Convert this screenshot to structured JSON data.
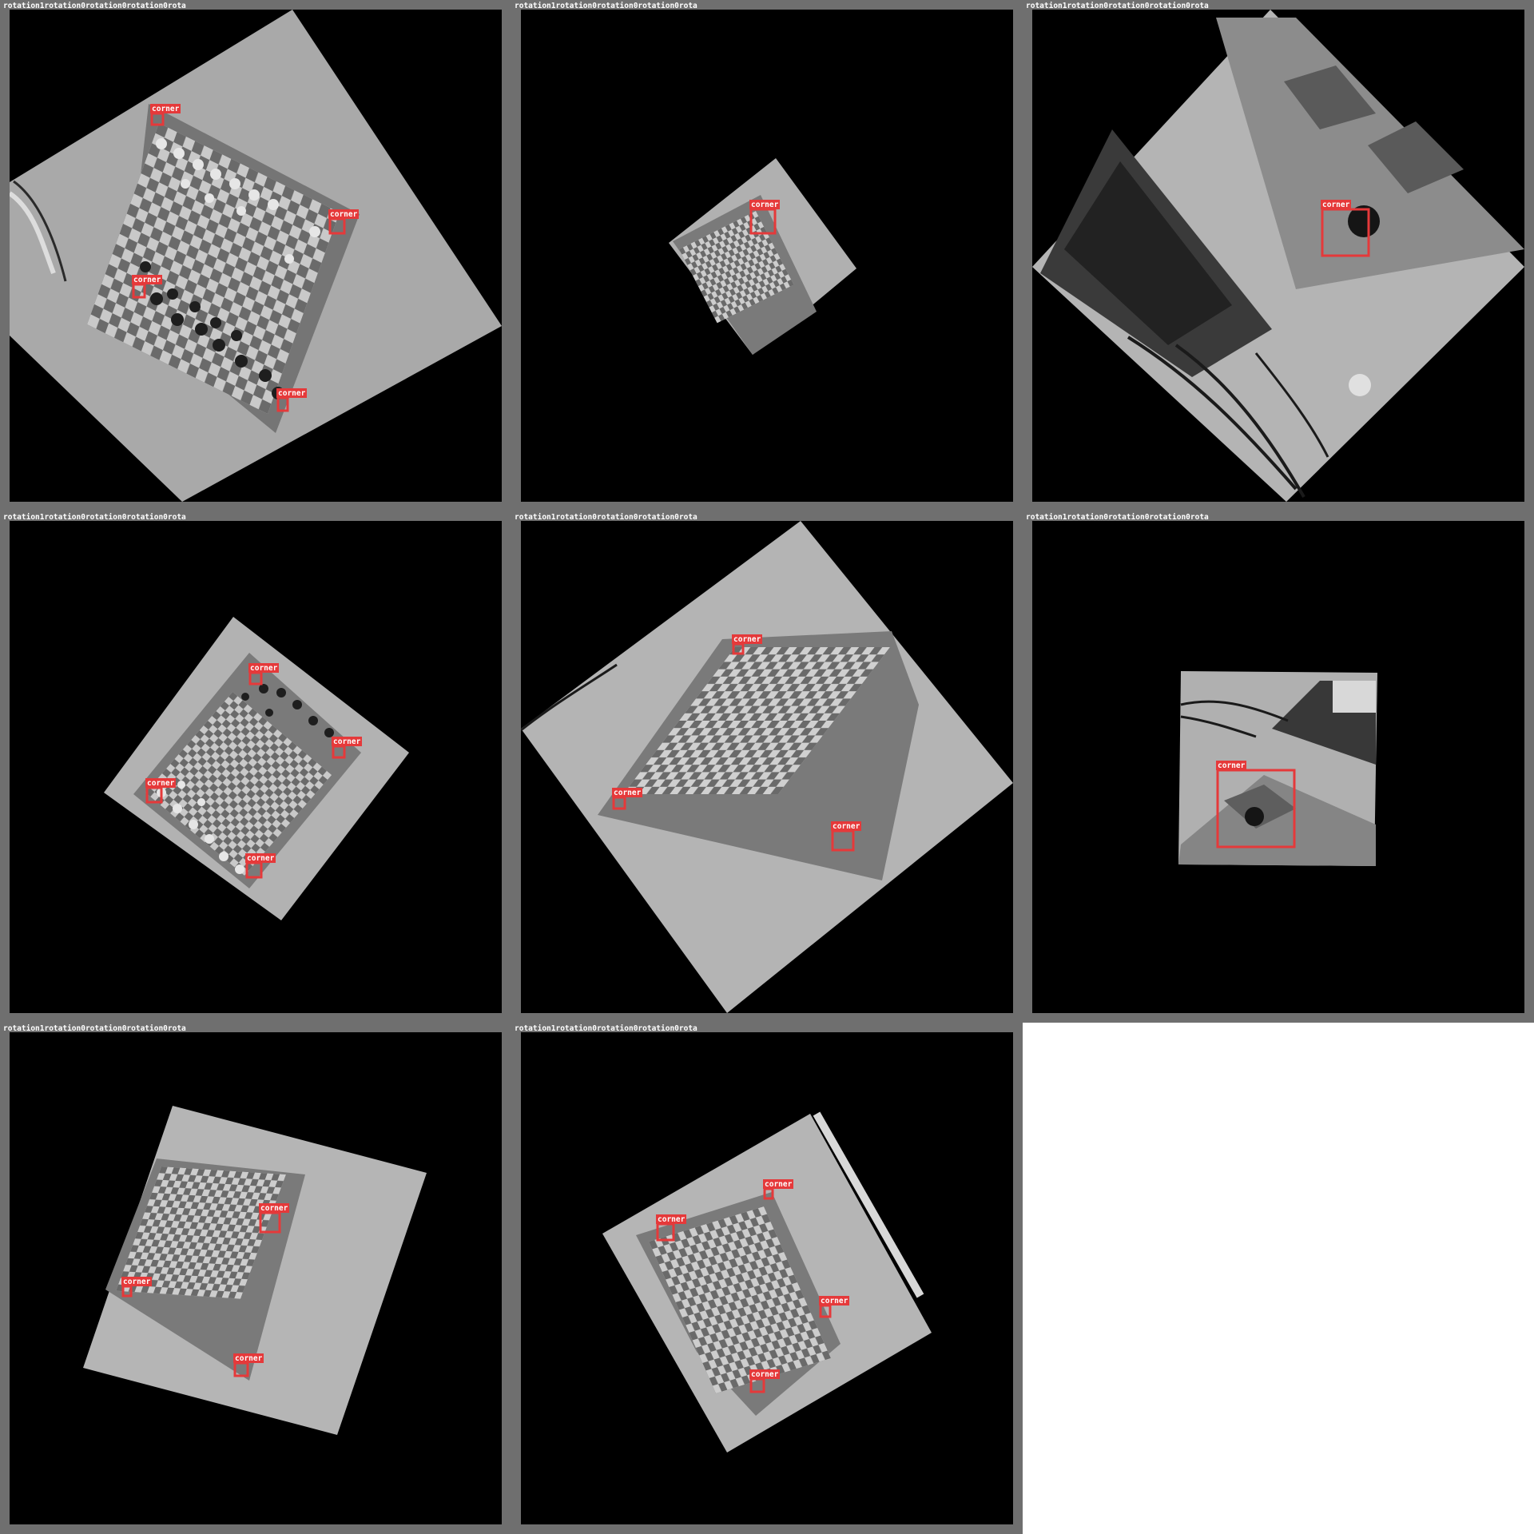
{
  "grid": {
    "tiles": [
      {
        "caption": "rotation1rotation0rotation0rotation0rota",
        "detections": [
          {
            "label": "corner"
          },
          {
            "label": "corner"
          },
          {
            "label": "corner"
          },
          {
            "label": "corner"
          }
        ]
      },
      {
        "caption": "rotation1rotation0rotation0rotation0rota",
        "detections": [
          {
            "label": "corner"
          }
        ]
      },
      {
        "caption": "rotation1rotation0rotation0rotation0rota",
        "detections": [
          {
            "label": "corner"
          }
        ]
      },
      {
        "caption": "rotation1rotation0rotation0rotation0rota",
        "detections": [
          {
            "label": "corner"
          },
          {
            "label": "corner"
          },
          {
            "label": "corner"
          },
          {
            "label": "corner"
          }
        ]
      },
      {
        "caption": "rotation1rotation0rotation0rotation0rota",
        "detections": [
          {
            "label": "corner"
          },
          {
            "label": "corner"
          },
          {
            "label": "corner"
          }
        ]
      },
      {
        "caption": "rotation1rotation0rotation0rotation0rota",
        "detections": [
          {
            "label": "corner"
          }
        ]
      },
      {
        "caption": "rotation1rotation0rotation0rotation0rota",
        "detections": [
          {
            "label": "corner"
          },
          {
            "label": "corner"
          },
          {
            "label": "corner"
          }
        ]
      },
      {
        "caption": "rotation1rotation0rotation0rotation0rota",
        "detections": [
          {
            "label": "corner"
          },
          {
            "label": "corner"
          },
          {
            "label": "corner"
          },
          {
            "label": "corner"
          }
        ]
      }
    ]
  },
  "colors": {
    "tile_border": "#6f6f6f",
    "background": "#000000",
    "box": "#e5393a",
    "box_label_text": "#ffffff"
  }
}
